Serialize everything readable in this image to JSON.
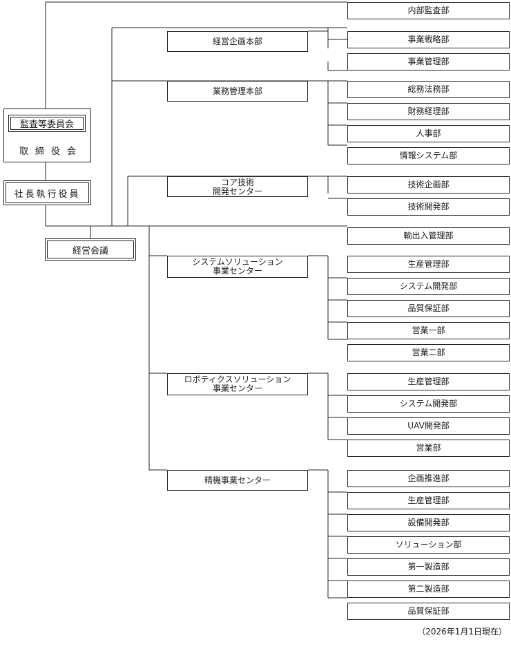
{
  "board": {
    "audit_committee": "監査等委員会",
    "board_of_directors": "取締役会"
  },
  "executive_officers": "社長執行役員",
  "management_meeting": "経営会議",
  "internal_audit": "内部監査部",
  "headquarters": [
    {
      "name": [
        "経営企画本部"
      ],
      "departments": [
        "事業戦略部",
        "事業管理部"
      ]
    },
    {
      "name": [
        "業務管理本部"
      ],
      "departments": [
        "総務法務部",
        "財務経理部",
        "人事部",
        "情報システム部"
      ]
    },
    {
      "name": [
        "コア技術",
        "開発センター"
      ],
      "departments": [
        "技術企画部",
        "技術開発部"
      ]
    }
  ],
  "export_control": "輸出入管理部",
  "business_centers": [
    {
      "name": [
        "システムソリューション",
        "事業センター"
      ],
      "departments": [
        "生産管理部",
        "システム開発部",
        "品質保証部",
        "営業一部",
        "営業二部"
      ]
    },
    {
      "name": [
        "ロボティクスソリューション",
        "事業センター"
      ],
      "departments": [
        "生産管理部",
        "システム開発部",
        "UAV開発部",
        "営業部"
      ]
    },
    {
      "name": [
        "精機事業センター"
      ],
      "departments": [
        "企画推進部",
        "生産管理部",
        "設備開発部",
        "ソリューション部",
        "第一製造部",
        "第二製造部",
        "品質保証部"
      ]
    }
  ],
  "as_of": "（2026年1月1日現在）"
}
